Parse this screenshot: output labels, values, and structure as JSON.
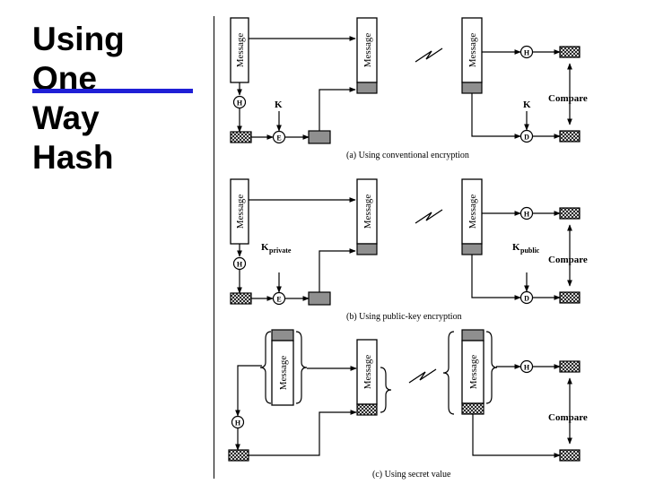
{
  "slide": {
    "title_lines": [
      "Using",
      "One",
      "Way",
      "Hash"
    ],
    "accent_color": "#1f1fd6"
  },
  "diagram": {
    "message_label": "Message",
    "hash_symbol": "H",
    "encrypt_symbol": "E",
    "decrypt_symbol": "D",
    "compare_label": "Compare",
    "panel_a": {
      "caption": "(a) Using conventional encryption",
      "key_label": "K",
      "key_label_receiver": "K"
    },
    "panel_b": {
      "caption": "(b) Using public-key encryption",
      "key_private_base": "K",
      "key_private_sub": "private",
      "key_public_base": "K",
      "key_public_sub": "public"
    },
    "panel_c": {
      "caption": "(c) Using secret value"
    },
    "colors": {
      "hash_block": "#8f8f8f",
      "line": "#000000",
      "hatch": "#000000"
    }
  }
}
